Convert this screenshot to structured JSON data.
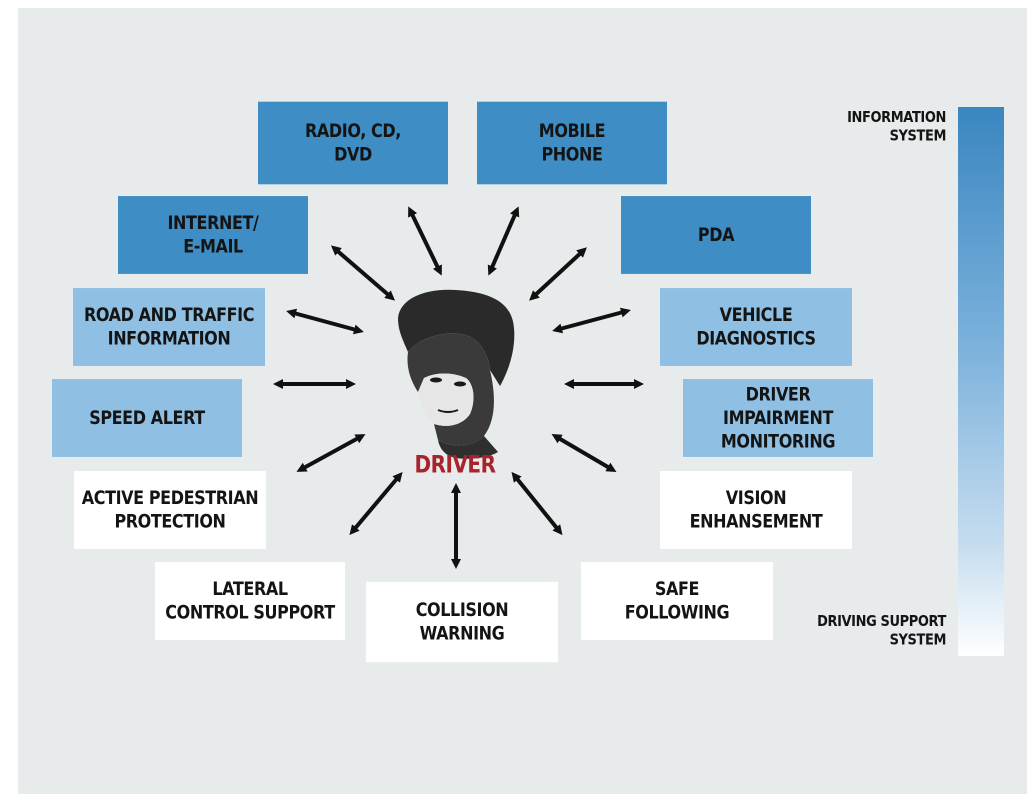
{
  "center": {
    "label": "DRIVER"
  },
  "boxes": [
    {
      "id": "radio",
      "text": "RADIO, CD,\nDVD",
      "tier": "dark"
    },
    {
      "id": "mobile",
      "text": "MOBILE\nPHONE",
      "tier": "dark"
    },
    {
      "id": "internet",
      "text": "INTERNET/\nE-MAIL",
      "tier": "dark"
    },
    {
      "id": "pda",
      "text": "PDA",
      "tier": "dark"
    },
    {
      "id": "road",
      "text": "ROAD AND TRAFFIC\nINFORMATION",
      "tier": "light"
    },
    {
      "id": "vehicle",
      "text": "VEHICLE\nDIAGNOSTICS",
      "tier": "light"
    },
    {
      "id": "speed",
      "text": "SPEED ALERT",
      "tier": "light"
    },
    {
      "id": "impairment",
      "text": "DRIVER IMPAIRMENT\nMONITORING",
      "tier": "light"
    },
    {
      "id": "pedestrian",
      "text": "ACTIVE PEDESTRIAN\nPROTECTION",
      "tier": "white"
    },
    {
      "id": "vision",
      "text": "VISION\nENHANSEMENT",
      "tier": "white"
    },
    {
      "id": "lateral",
      "text": "LATERAL\nCONTROL SUPPORT",
      "tier": "white"
    },
    {
      "id": "collision",
      "text": "COLLISION\nWARNING",
      "tier": "white"
    },
    {
      "id": "safe",
      "text": "SAFE\nFOLLOWING",
      "tier": "white"
    }
  ],
  "scale": {
    "top_label": "INFORMATION\nSYSTEM",
    "bottom_label": "DRIVING SUPPORT\nSYSTEM"
  },
  "colors": {
    "dark_box": "#3e8ec5",
    "light_box": "#8fc0e3",
    "white_box": "#ffffff",
    "driver_label": "#a8232a",
    "background": "#e8ebec"
  }
}
